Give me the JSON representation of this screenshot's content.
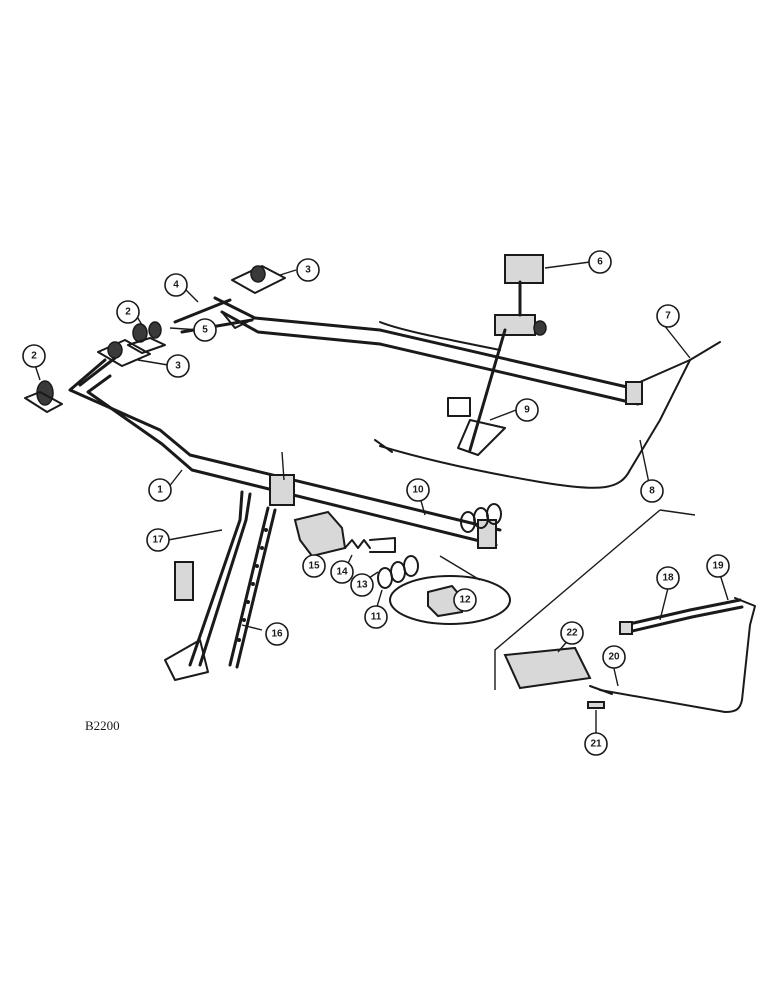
{
  "diagram": {
    "figure_code": "B2200",
    "callouts": [
      "1",
      "2",
      "2",
      "3",
      "3",
      "4",
      "5",
      "6",
      "7",
      "8",
      "9",
      "10",
      "11",
      "12",
      "13",
      "14",
      "15",
      "16",
      "17",
      "18",
      "19",
      "20",
      "21",
      "22"
    ]
  }
}
